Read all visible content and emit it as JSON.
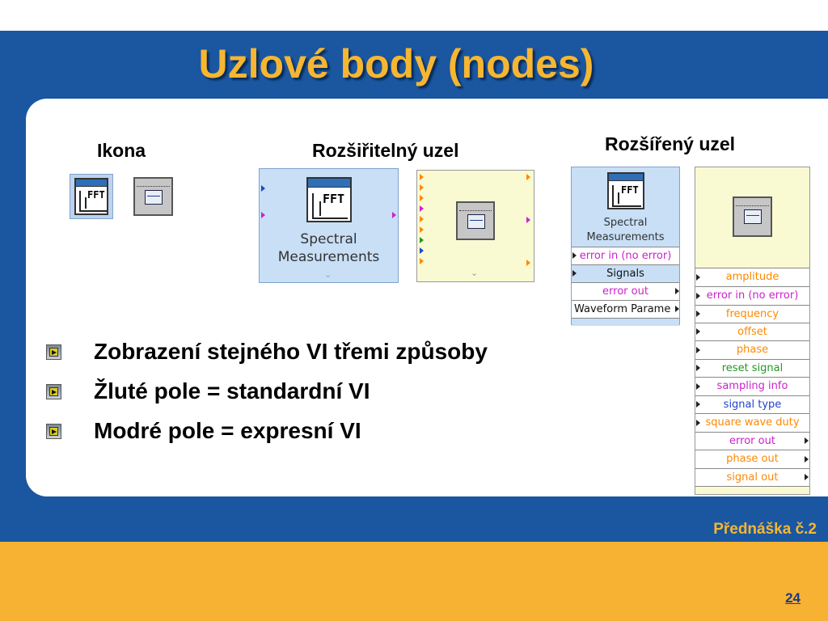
{
  "title": "Uzlové body (nodes)",
  "columns": {
    "icon": "Ikona",
    "expandable": "Rozšiřitelný uzel",
    "expanded": "Rozšířený uzel"
  },
  "icon_text": "FFT",
  "express_node": {
    "line1": "Spectral",
    "line2": "Measurements"
  },
  "expanded_express": {
    "line1": "Spectral",
    "line2": "Measurements",
    "terminals": [
      "error in (no error)",
      "Signals",
      "error out",
      "Waveform Parame"
    ]
  },
  "expanded_standard": {
    "terminals": [
      "amplitude",
      "error in (no error)",
      "frequency",
      "offset",
      "phase",
      "reset signal",
      "sampling info",
      "signal type",
      "square wave duty",
      "error out",
      "phase out",
      "signal out"
    ]
  },
  "bullets": [
    "Zobrazení stejného VI třemi způsoby",
    "Žluté pole =  standardní VI",
    "Modré pole = expresní VI"
  ],
  "footer": "Přednáška č.2",
  "page_number": "24",
  "colors": {
    "blue_band": "#1a57a0",
    "orange_band": "#f7b233",
    "title": "#f6b632",
    "express_node_bg": "#c8dff6",
    "standard_node_bg": "#fafad2"
  }
}
